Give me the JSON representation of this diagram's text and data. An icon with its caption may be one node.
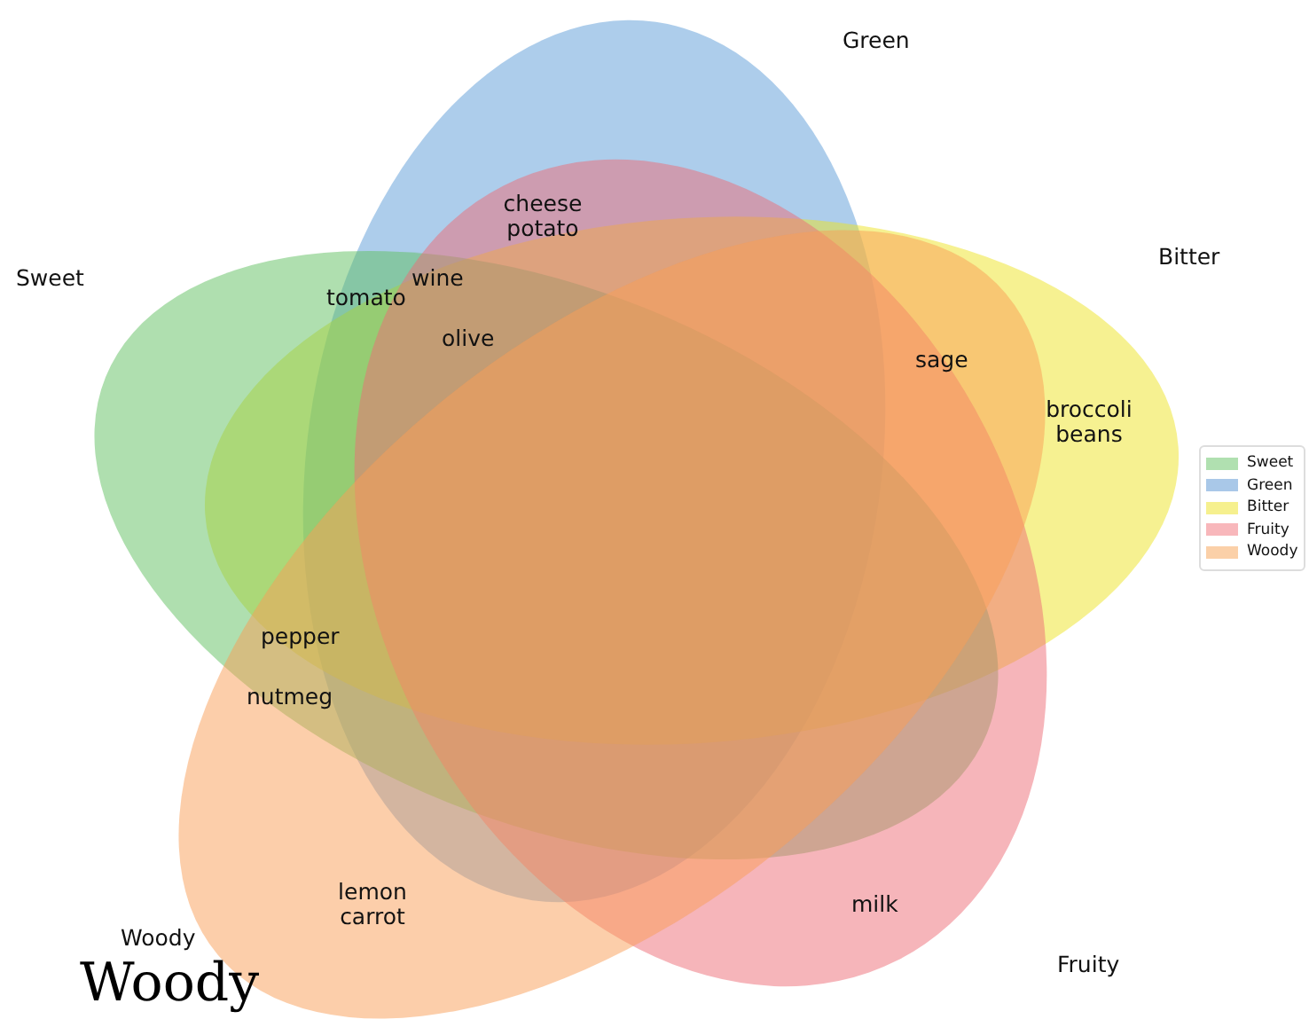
{
  "diagram": {
    "labels": [
      "Green",
      "cheese potato",
      "Bitter",
      "Sweet",
      "wine",
      "tomato",
      "olive",
      "sage",
      "broccoli beans",
      "pepper",
      "nutmeg",
      "lemon carrot",
      "milk",
      "Fruity",
      "Woody",
      "Woody"
    ],
    "legend": [
      {
        "text": "Sweet",
        "color": "#b0e0b0"
      },
      {
        "text": "Green",
        "color": "#a9c8e8"
      },
      {
        "text": "Bitter",
        "color": "#f6f08e"
      },
      {
        "text": "Fruity",
        "color": "#f8b7bb"
      },
      {
        "text": "Woody",
        "color": "#fbd0a8"
      }
    ]
  }
}
